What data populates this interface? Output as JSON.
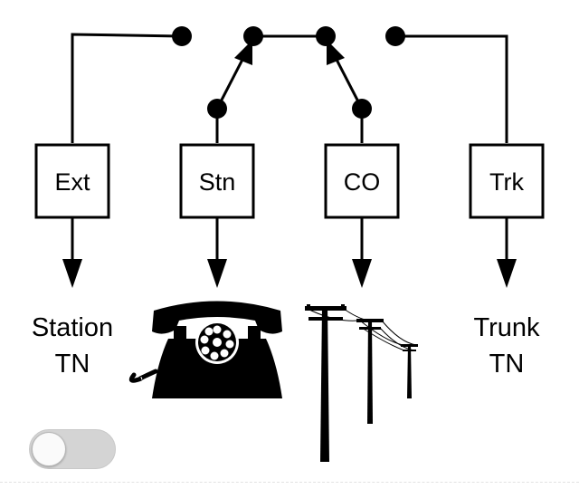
{
  "boxes": {
    "ext": "Ext",
    "stn": "Stn",
    "co": "CO",
    "trk": "Trk"
  },
  "labels": {
    "station_line1": "Station",
    "station_line2": "TN",
    "trunk_line1": "Trunk",
    "trunk_line2": "TN"
  },
  "icons": {
    "telephone": "rotary-telephone-icon",
    "utility_poles": "utility-poles-icon"
  },
  "toggle": {
    "state": "off"
  },
  "colors": {
    "ink": "#000000",
    "background": "#ffffff",
    "toggle_track": "#d4d4d4"
  }
}
